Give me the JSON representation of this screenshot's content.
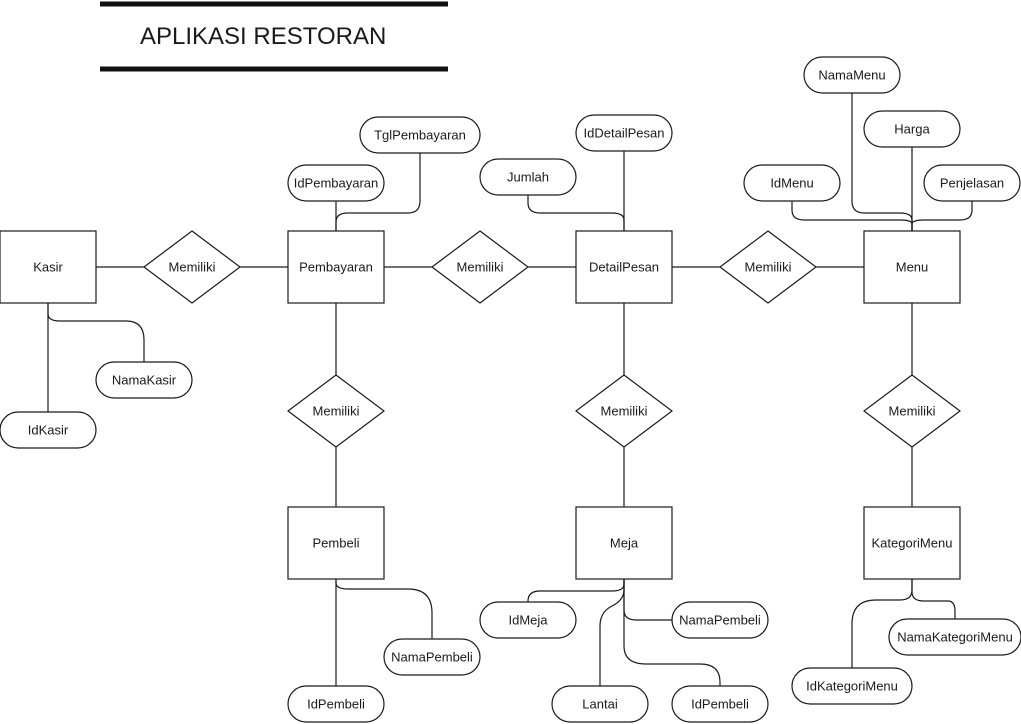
{
  "title": "APLIKASI RESTORAN",
  "entities": [
    {
      "id": "kasir",
      "label": "Kasir"
    },
    {
      "id": "pembayaran",
      "label": "Pembayaran"
    },
    {
      "id": "detailpesan",
      "label": "DetailPesan"
    },
    {
      "id": "menu",
      "label": "Menu"
    },
    {
      "id": "pembeli",
      "label": "Pembeli"
    },
    {
      "id": "meja",
      "label": "Meja"
    },
    {
      "id": "kategorimenu",
      "label": "KategoriMenu"
    }
  ],
  "relationships": [
    {
      "id": "kasir-pembayaran",
      "label": "Memiliki",
      "from": "kasir",
      "to": "pembayaran"
    },
    {
      "id": "pembayaran-detailpesan",
      "label": "Memiliki",
      "from": "pembayaran",
      "to": "detailpesan"
    },
    {
      "id": "detailpesan-menu",
      "label": "Memiliki",
      "from": "detailpesan",
      "to": "menu"
    },
    {
      "id": "pembayaran-pembeli",
      "label": "Memiliki",
      "from": "pembayaran",
      "to": "pembeli"
    },
    {
      "id": "detailpesan-meja",
      "label": "Memiliki",
      "from": "detailpesan",
      "to": "meja"
    },
    {
      "id": "menu-kategorimenu",
      "label": "Memiliki",
      "from": "menu",
      "to": "kategorimenu"
    }
  ],
  "attributes": [
    {
      "id": "namakasir",
      "label": "NamaKasir",
      "entity": "kasir"
    },
    {
      "id": "idkasir",
      "label": "IdKasir",
      "entity": "kasir"
    },
    {
      "id": "idpembayaran",
      "label": "IdPembayaran",
      "entity": "pembayaran"
    },
    {
      "id": "tglpembayaran",
      "label": "TglPembayaran",
      "entity": "pembayaran"
    },
    {
      "id": "jumlah",
      "label": "Jumlah",
      "entity": "detailpesan"
    },
    {
      "id": "iddetailpesan",
      "label": "IdDetailPesan",
      "entity": "detailpesan"
    },
    {
      "id": "namamenu",
      "label": "NamaMenu",
      "entity": "menu"
    },
    {
      "id": "harga",
      "label": "Harga",
      "entity": "menu"
    },
    {
      "id": "idmenu",
      "label": "IdMenu",
      "entity": "menu"
    },
    {
      "id": "penjelasan",
      "label": "Penjelasan",
      "entity": "menu"
    },
    {
      "id": "namapembeli-pembeli",
      "label": "NamaPembeli",
      "entity": "pembeli"
    },
    {
      "id": "idpembeli-pembeli",
      "label": "IdPembeli",
      "entity": "pembeli"
    },
    {
      "id": "idmeja",
      "label": "IdMeja",
      "entity": "meja"
    },
    {
      "id": "namapembeli-meja",
      "label": "NamaPembeli",
      "entity": "meja"
    },
    {
      "id": "lantai",
      "label": "Lantai",
      "entity": "meja"
    },
    {
      "id": "idpembeli-meja",
      "label": "IdPembeli",
      "entity": "meja"
    },
    {
      "id": "namakategorimenu",
      "label": "NamaKategoriMenu",
      "entity": "kategorimenu"
    },
    {
      "id": "idkategorimenu",
      "label": "IdKategoriMenu",
      "entity": "kategorimenu"
    }
  ]
}
